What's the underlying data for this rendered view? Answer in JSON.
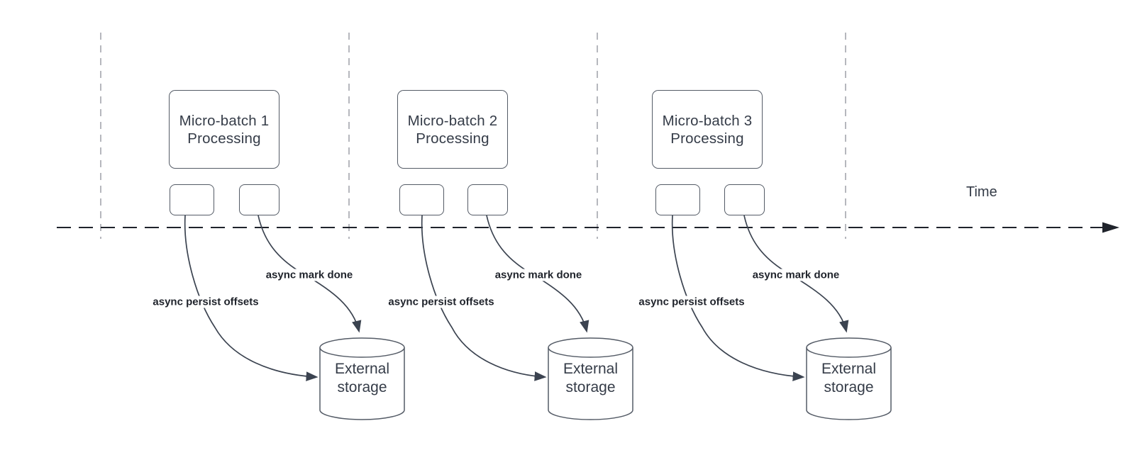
{
  "timeline": {
    "time_label": "Time"
  },
  "colors": {
    "axis": "#1f232b",
    "gridline": "#a9abb2",
    "shape_border": "#545b66",
    "arrow": "#3b4350",
    "shape_text": "#353c48",
    "label_text": "#20242c",
    "background": "#ffffff"
  },
  "groups": [
    {
      "title_line1": "Micro-batch 1",
      "title_line2": "Processing",
      "persist_label": "async persist offsets",
      "done_label": "async mark done",
      "storage_line1": "External",
      "storage_line2": "storage"
    },
    {
      "title_line1": "Micro-batch 2",
      "title_line2": "Processing",
      "persist_label": "async persist offsets",
      "done_label": "async mark done",
      "storage_line1": "External",
      "storage_line2": "storage"
    },
    {
      "title_line1": "Micro-batch 3",
      "title_line2": "Processing",
      "persist_label": "async persist offsets",
      "done_label": "async mark done",
      "storage_line1": "External",
      "storage_line2": "storage"
    }
  ]
}
